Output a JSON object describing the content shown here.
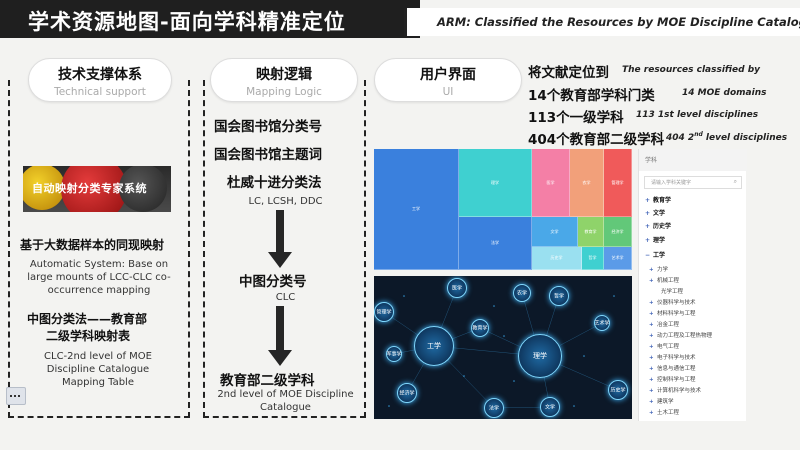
{
  "header": {
    "title": "学术资源地图-面向学科精准定位",
    "subtitle": "ARM: Classified the Resources by MOE Discipline  Catalogue"
  },
  "sections": {
    "technical": {
      "title_cn": "技术支撑体系",
      "title_en": "Technical support",
      "banner": "自动映射分类专家系统",
      "item1_cn": "基于大数据样本的同现映射",
      "item1_en": "Automatic System: Base on large mounts of LCC-CLC co-occurrence mapping",
      "item2_cn_line1": "中图分类法——教育部",
      "item2_cn_line2": "二级学科映射表",
      "item2_en": "CLC-2nd level of MOE Discipline  Catalogue Mapping Table"
    },
    "mapping": {
      "title_cn": "映射逻辑",
      "title_en": "Mapping Logic",
      "line1": "国会图书馆分类号",
      "line2": "国会图书馆主题词",
      "line3": "杜威十进分类法",
      "line3_en": "LC, LCSH, DDC",
      "middle_cn": "中图分类号",
      "middle_en": "CLC",
      "bottom_cn": "教育部二级学科",
      "bottom_en": "2nd level of MOE Discipline  Catalogue"
    },
    "ui": {
      "title_cn": "用户界面",
      "title_en": "UI"
    }
  },
  "stats": {
    "s1_cn": "将文献定位到",
    "s1_en": "The resources classified by",
    "s2_cn": "14个教育部学科门类",
    "s2_en": "14 MOE domains",
    "s3_cn": "113个一级学科",
    "s3_en": "113 1st level disciplines",
    "s4_cn": "404个教育部二级学科",
    "s4_en_pre": "404 2",
    "s4_en_sup": "nd",
    "s4_en_post": " level disciplines"
  },
  "treemap": {
    "cells": [
      {
        "label": "工学",
        "color": "#3a80dd"
      },
      {
        "label": "理学",
        "color": "#3fd0d0"
      },
      {
        "label": "医学",
        "color": "#f47fa6"
      },
      {
        "label": "农学",
        "color": "#f2a07a"
      },
      {
        "label": "管理学",
        "color": "#f05a5a"
      },
      {
        "label": "经济学",
        "color": "#62c879"
      },
      {
        "label": "法学",
        "color": "#3a80dd"
      },
      {
        "label": "文学",
        "color": "#4aa8e8"
      },
      {
        "label": "教育学",
        "color": "#8fd36a"
      },
      {
        "label": "历史学",
        "color": "#9ae0f0"
      },
      {
        "label": "哲学",
        "color": "#3fd0d0"
      },
      {
        "label": "艺术学",
        "color": "#5b9be8"
      }
    ]
  },
  "network": {
    "nodes": [
      "工学",
      "理学",
      "医学",
      "农学",
      "管理学",
      "教育学",
      "经济学",
      "文学",
      "历史学",
      "法学",
      "哲学",
      "艺术学",
      "军事学"
    ]
  },
  "sidebar": {
    "header": "学科",
    "search_placeholder": "请输入学科关键字",
    "search_icon": "search-icon",
    "top_items": [
      "教育学",
      "文学",
      "历史学",
      "理学",
      "工学"
    ],
    "sub_items": [
      "力学",
      "机械工程",
      "光学工程",
      "仪器科学与技术",
      "材料科学与工程",
      "冶金工程",
      "动力工程及工程热物理",
      "电气工程",
      "电子科学与技术",
      "信息与通信工程",
      "控制科学与工程",
      "计算机科学与技术",
      "建筑学",
      "土木工程"
    ]
  }
}
